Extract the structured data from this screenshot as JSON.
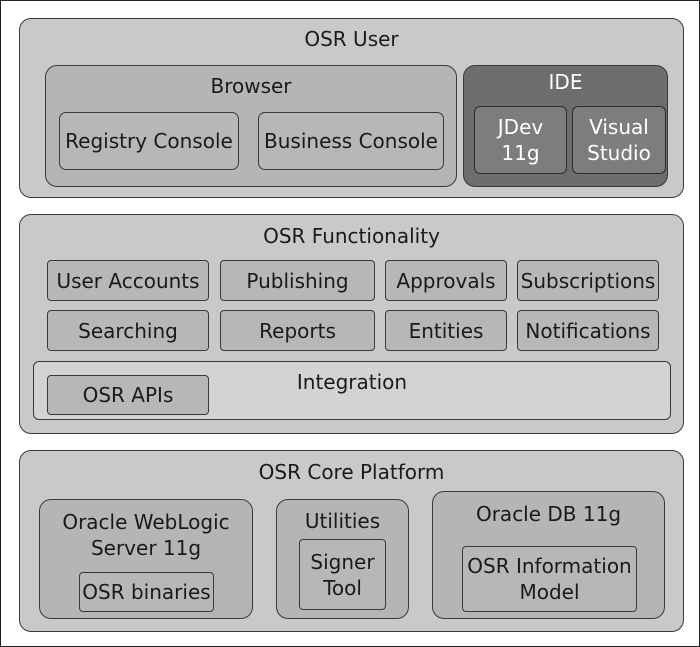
{
  "osr_user": {
    "title": "OSR User",
    "browser": {
      "title": "Browser",
      "items": [
        "Registry Console",
        "Business Console"
      ]
    },
    "ide": {
      "title": "IDE",
      "items": [
        "JDev\n11g",
        "Visual\nStudio"
      ]
    }
  },
  "osr_functionality": {
    "title": "OSR Functionality",
    "items": [
      "User Accounts",
      "Publishing",
      "Approvals",
      "Subscriptions",
      "Searching",
      "Reports",
      "Entities",
      "Notifications"
    ],
    "integration": {
      "title": "Integration",
      "item": "OSR APIs"
    }
  },
  "osr_core": {
    "title": "OSR Core Platform",
    "weblogic": {
      "title": "Oracle WebLogic\nServer 11g",
      "item": "OSR binaries"
    },
    "utilities": {
      "title": "Utilities",
      "item": "Signer\nTool"
    },
    "db": {
      "title": "Oracle DB 11g",
      "item": "OSR Information\nModel"
    }
  }
}
